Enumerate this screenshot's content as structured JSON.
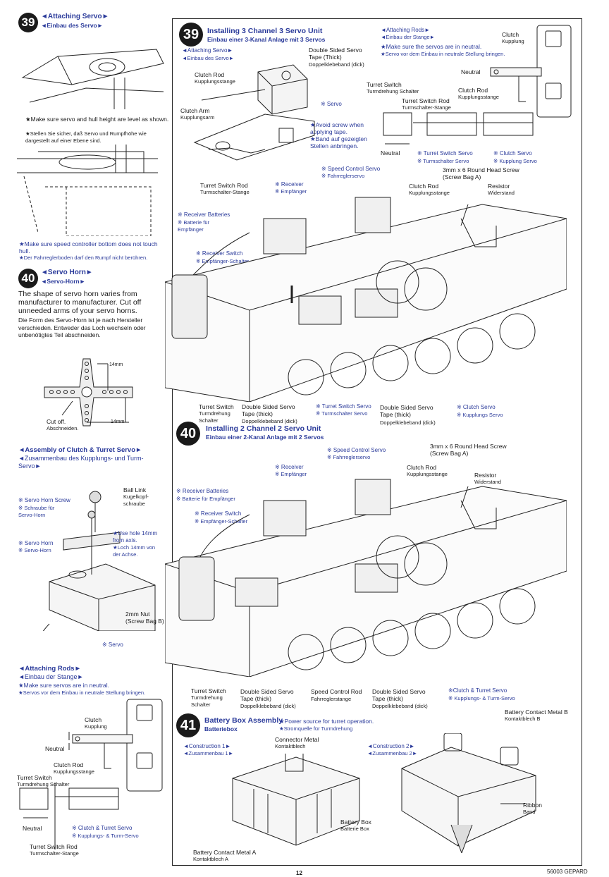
{
  "step39_left": {
    "number": "39",
    "title_en": "◄Attaching Servo►",
    "title_de": "◄Einbau des Servo►",
    "note_en": "★Make sure servo and hull height are level as shown.",
    "note_de": "★Stellen Sie sicher, daß Servo und Rumpfhöhe wie dargestellt auf einer Ebene sind.",
    "bottom_note_en": "★Make sure speed controller bottom does not touch hull.",
    "bottom_note_de": "★Der Fahrreglerboden darf den Rumpf nicht berühren."
  },
  "step40_left": {
    "number": "40",
    "title_en": "◄Servo Horn►",
    "title_de": "◄Servo-Horn►",
    "body_en": "The shape of servo horn varies from manufacturer to manufacturer. Cut off unneeded arms of your servo horns.",
    "body_de": "Die Form des Servo-Horn ist je nach Hersteller verschieden. Entweder das Loch wechseln oder unbenötigtes Teil abschneiden.",
    "dim1": "14mm",
    "dim2": "14mm",
    "cut_en": "Cut off.",
    "cut_de": "Abschneiden."
  },
  "clutch_assembly": {
    "title_en": "◄Assembly of Clutch & Turret Servo►",
    "title_de": "◄Zusammenbau des Kupplungs- und Turm-Servo►",
    "ball_link_en": "Ball Link",
    "ball_link_de": "Kugelkopf-schraube",
    "horn_screw_en": "※ Servo Horn Screw",
    "horn_screw_de": "※ Schraube für Servo-Horn",
    "use_hole_en": "★Use hole 14mm from axis.",
    "use_hole_de": "★Loch 14mm von der Achse.",
    "servo_horn_en": "※ Servo Horn",
    "servo_horn_de": "※ Servo-Horn",
    "nut_en": "2mm Nut (Screw Bag B)",
    "servo": "※ Servo"
  },
  "rods_left": {
    "title_en": "◄Attaching Rods►",
    "title_de": "◄Einbau der Stange►",
    "note_en": "★Make sure servos are in neutral.",
    "note_de": "★Servos vor dem Einbau in neutrale Stellung bringen.",
    "clutch_en": "Clutch",
    "clutch_de": "Kupplung",
    "neutral": "Neutral",
    "clutch_rod_en": "Clutch Rod",
    "clutch_rod_de": "Kupplungsstange",
    "turret_switch_en": "Turret Switch",
    "turret_switch_de": "Turmdrehung Schalter",
    "neutral2": "Neutral",
    "servo_note_en": "※ Clutch & Turret Servo",
    "servo_note_de": "※ Kupplungs- & Turm-Servo",
    "rod_en": "Turret Switch Rod",
    "rod_de": "Turmschalter-Stange"
  },
  "step39_right": {
    "number": "39",
    "title_en": "Installing 3 Channel 3 Servo Unit",
    "title_de": "Einbau einer 3-Kanal Anlage mit 3 Servos",
    "attaching_servo_en": "◄Attaching Servo►",
    "attaching_servo_de": "◄Einbau des Servo►",
    "tape_en": "Double Sided Servo Tape (Thick)",
    "tape_de": "Doppelklebeband (dick)",
    "clutch_rod_en": "Clutch Rod",
    "clutch_rod_de": "Kupplungsstange",
    "clutch_arm_en": "Clutch Arm",
    "clutch_arm_de": "Kupplungsarm",
    "servo": "※ Servo",
    "avoid_en": "★Avoid screw when applying tape.",
    "avoid_de": "★Band auf gezeigten Stellen anbringen.",
    "rods_title_en": "◄Attaching Rods►",
    "rods_title_de": "◄Einbau der Stange►",
    "rods_note_en": "★Make sure the servos are in neutral.",
    "rods_note_de": "★Servo vor dem Einbau in neutrale Stellung bringen.",
    "clutch_en": "Clutch",
    "clutch_de": "Kupplung",
    "neutral": "Neutral",
    "turret_switch_en": "Turret Switch",
    "turret_switch_de": "Turmdrehung Schalter",
    "clutch_rod2_en": "Clutch Rod",
    "clutch_rod2_de": "Kupplungsstange",
    "tsr_en": "Turret Switch Rod",
    "tsr_de": "Turmschalter-Stange",
    "neutral2": "Neutral",
    "ts_servo_en": "※ Turret Switch Servo",
    "ts_servo_de": "※ Turmschalter Servo",
    "cl_servo_en": "※ Clutch Servo",
    "cl_servo_de": "※ Kupplung Servo",
    "speed_en": "※ Speed Control Servo",
    "speed_de": "※ Fahrreglerservo",
    "screw_en": "3mm x 6 Round Head Screw (Screw Bag A)",
    "tsr2_en": "Turret Switch Rod",
    "tsr2_de": "Turmschalter-Stange",
    "receiver_en": "※ Receiver",
    "receiver_de": "※ Empfänger",
    "clutch_rod3_en": "Clutch Rod",
    "clutch_rod3_de": "Kupplungsstange",
    "resistor_en": "Resistor",
    "resistor_de": "Widerstand",
    "batteries_en": "※ Receiver Batteries",
    "batteries_de": "※ Batterie für Empfänger",
    "rswitch_en": "※ Receiver Switch",
    "rswitch_de": "※ Empfänger-Schalter",
    "b_ts_en": "Turret Switch",
    "b_ts_de1": "Turmdrehung",
    "b_ts_de2": "Schalter",
    "b_tape_en": "Double Sided Servo Tape (thick)",
    "b_tape_de": "Doppelklebeband (dick)",
    "b_tss_en": "※ Turret Switch Servo",
    "b_tss_de": "※ Turmschalter Servo",
    "b_tape2_en": "Double Sided Servo Tape (thick)",
    "b_tape2_de": "Doppelklebeband (dick)",
    "b_cs_en": "※ Clutch Servo",
    "b_cs_de": "※ Kupplungs Servo"
  },
  "step40_right": {
    "number": "40",
    "title_en": "Installing 2 Channel 2 Servo Unit",
    "title_de": "Einbau einer 2-Kanal Anlage mit 2 Servos",
    "speed_en": "※ Speed Control Servo",
    "speed_de": "※ Fahrreglerservo",
    "screw_en": "3mm x 6 Round Head Screw (Screw Bag A)",
    "receiver_en": "※ Receiver",
    "receiver_de": "※ Empfänger",
    "clutch_rod_en": "Clutch Rod",
    "clutch_rod_de": "Kupplungsstange",
    "resistor_en": "Resistor",
    "resistor_de": "Widerstand",
    "batteries_en": "※ Receiver Batteries",
    "batteries_de": "※ Batterie für Empfänger",
    "rswitch_en": "※ Receiver Switch",
    "rswitch_de": "※ Empfänger-Schalter",
    "b_ts_en": "Turret Switch",
    "b_ts_de1": "Turmdrehung",
    "b_ts_de2": "Schalter",
    "b_tape_en": "Double Sided Servo Tape (thick)",
    "b_tape_de": "Doppelklebeband (dick)",
    "b_speed_en": "Speed Control Rod",
    "b_speed_de": "Fahrreglerstange",
    "b_tape2_en": "Double Sided Servo Tape (thick)",
    "b_tape2_de": "Doppelklebeband (dick)",
    "b_cts_en": "※Clutch & Turret Servo",
    "b_cts_de": "※ Kupplungs- & Turm-Servo"
  },
  "step41": {
    "number": "41",
    "title_en": "Battery Box Assembly",
    "title_de": "Batteriebox",
    "power_en": "★Power source for turret operation.",
    "power_de": "★Stromquelle für Turmdrehung",
    "contact_b_en": "Battery Contact Metal B",
    "contact_b_de": "Kontaktblech B",
    "c1_en": "◄Construction 1►",
    "c1_de": "◄Zusammenbau 1►",
    "connector_en": "Connector Metal",
    "connector_de": "Kontaktblech",
    "c2_en": "◄Construction 2►",
    "c2_de": "◄Zusammenbau 2►",
    "ribbon_en": "Ribbon",
    "ribbon_de": "Band",
    "box_en": "Battery Box",
    "box_de": "Batterie Box",
    "contact_a_en": "Battery Contact Metal A",
    "contact_a_de": "Kontaktblech A"
  },
  "footer": {
    "page": "12",
    "code": "56003 GEPARD"
  }
}
